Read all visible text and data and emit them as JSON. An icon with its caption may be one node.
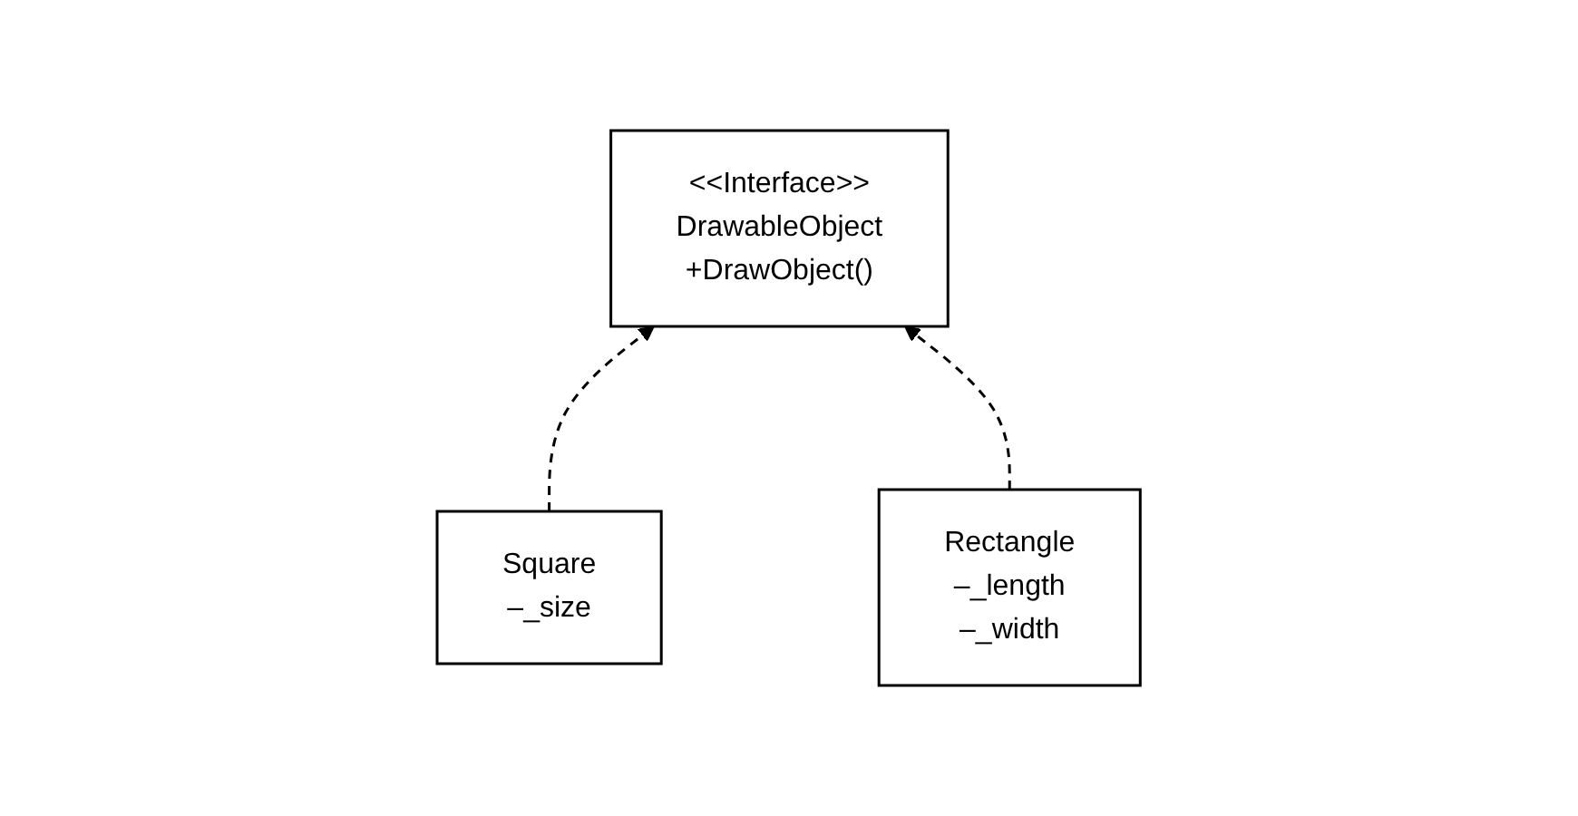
{
  "diagram": {
    "nodes": [
      {
        "text": [
          "<<Interface>>",
          "DrawableObject",
          "+DrawObject()"
        ]
      },
      {
        "text": [
          "Square",
          "–_size"
        ]
      },
      {
        "text": [
          "Rectangle",
          "–_length",
          "–_width"
        ]
      }
    ],
    "edges": [
      {
        "from": 1,
        "to": 0,
        "arrow": "to",
        "style": "dashed"
      },
      {
        "from": 2,
        "to": 0,
        "arrow": "to",
        "style": "dashed"
      }
    ]
  }
}
